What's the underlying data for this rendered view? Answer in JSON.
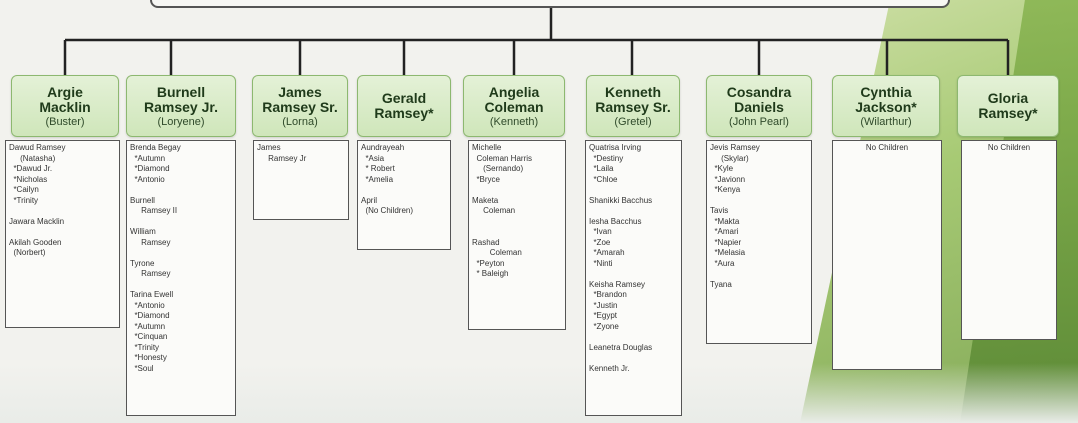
{
  "chart_data": {
    "type": "family_tree",
    "title": "",
    "children": [
      {
        "name": "Argie\nMacklin",
        "spouse": "(Buster)",
        "descendants": [
          "Dawud Ramsey",
          "     (Natasha)",
          "  *Dawud Jr.",
          "  *Nicholas",
          "  *Cailyn",
          "  *Trinity",
          "",
          "Jawara Macklin",
          "",
          "Akilah Gooden",
          "  (Norbert)"
        ]
      },
      {
        "name": "Burnell\nRamsey Jr.",
        "spouse": "(Loryene)",
        "descendants": [
          "Brenda Begay",
          "  *Autumn",
          "  *Diamond",
          "  *Antonio",
          "",
          "Burnell",
          "     Ramsey II",
          "",
          "William",
          "     Ramsey",
          "",
          "Tyrone",
          "     Ramsey",
          "",
          "Tarina Ewell",
          "  *Antonio",
          "  *Diamond",
          "  *Autumn",
          "  *Cinquan",
          "  *Trinity",
          "  *Honesty",
          "  *Soul"
        ]
      },
      {
        "name": "James\nRamsey Sr.",
        "spouse": "(Lorna)",
        "descendants": [
          "James",
          "     Ramsey Jr"
        ]
      },
      {
        "name": "Gerald\nRamsey*",
        "spouse": "",
        "descendants": [
          "Aundrayeah",
          "  *Asia",
          "  * Robert",
          "  *Amelia",
          "",
          "April",
          "  (No Children)"
        ]
      },
      {
        "name": "Angelia\nColeman",
        "spouse": "(Kenneth)",
        "descendants": [
          "Michelle",
          "  Coleman Harris",
          "     (Sernando)",
          "  *Bryce",
          "",
          "Maketa",
          "     Coleman",
          "",
          "",
          "Rashad",
          "        Coleman",
          "  *Peyton",
          "  * Baleigh"
        ]
      },
      {
        "name": "Kenneth\nRamsey Sr.",
        "spouse": "(Gretel)",
        "descendants": [
          "Quatrisa Irving",
          "  *Destiny",
          "  *Laila",
          "  *Chloe",
          "",
          "Shanikki Bacchus",
          "",
          "Iesha Bacchus",
          "  *Ivan",
          "  *Zoe",
          "  *Amarah",
          "  *Ninti",
          "",
          "Keisha Ramsey",
          "  *Brandon",
          "  *Justin",
          "  *Egypt",
          "  *Zyone",
          "",
          "Leanetra Douglas",
          "",
          "Kenneth Jr."
        ]
      },
      {
        "name": "Cosandra\nDaniels",
        "spouse": "(John Pearl)",
        "descendants": [
          "Jevis Ramsey",
          "     (Skylar)",
          "  *Kyle",
          "  *Javionn",
          "  *Kenya",
          "",
          "Tavis",
          "  *Makta",
          "  *Amari",
          "  *Napier",
          "  *Melasia",
          "  *Aura",
          "",
          "Tyana"
        ]
      },
      {
        "name": "Cynthia\nJackson*",
        "spouse": "(Wilarthur)",
        "descendants": [
          "No Children"
        ]
      },
      {
        "name": "Gloria\nRamsey*",
        "spouse": "",
        "descendants": [
          "No Children"
        ]
      }
    ]
  }
}
